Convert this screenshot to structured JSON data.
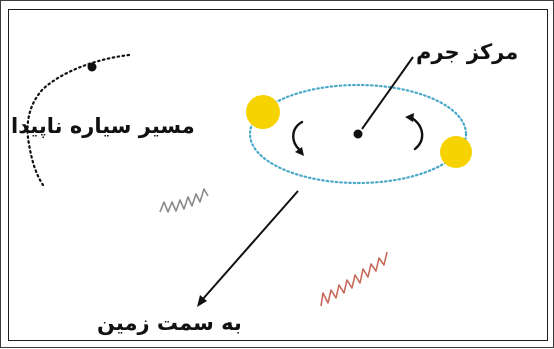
{
  "labels": {
    "center_of_mass": "مرکز جرم",
    "invisible_planet_path": "مسیر سیاره ناپیدا",
    "toward_earth": "به سمت زمین"
  },
  "colors": {
    "star": "#f5d200",
    "orbit": "#4aa8c8",
    "path": "#111111",
    "wave_gray": "#8a8a8a",
    "wave_red": "#c86a5a"
  },
  "icons": {
    "rotation_left": "counterclockwise-arrow-icon",
    "rotation_right": "clockwise-arrow-icon"
  }
}
